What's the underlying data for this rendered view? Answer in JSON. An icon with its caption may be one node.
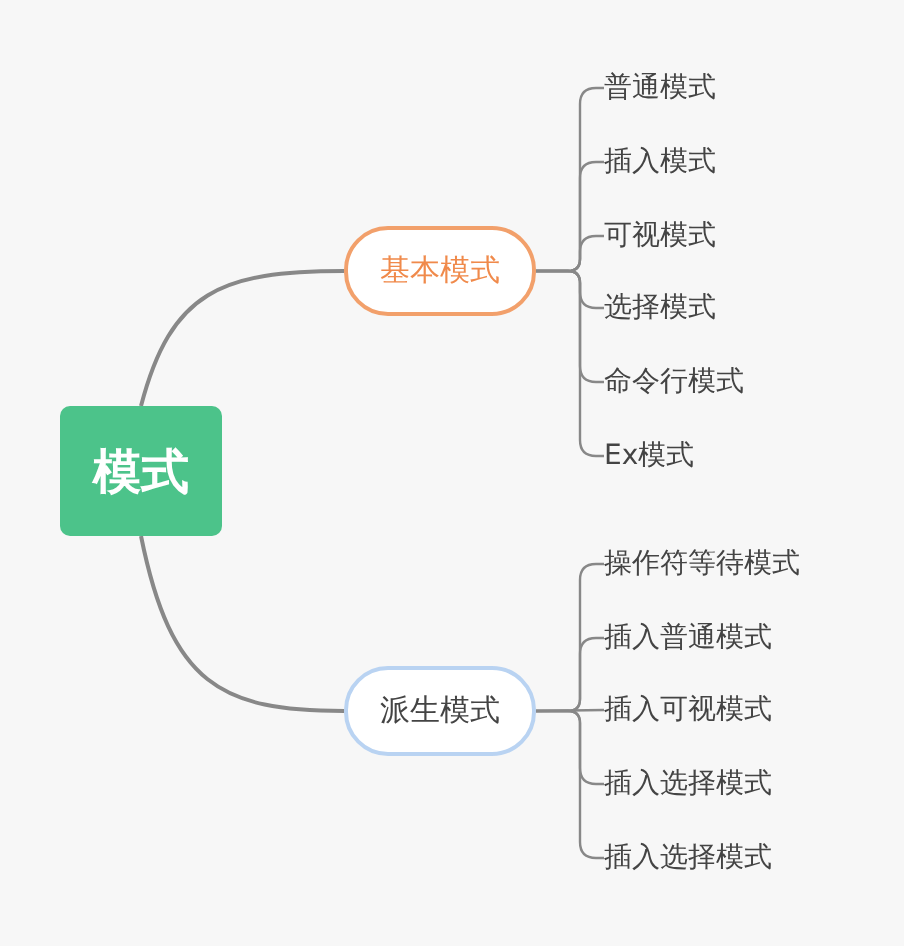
{
  "diagram": {
    "nodes": [
      {
        "text": [
          "模式"
        ]
      },
      {
        "text": [
          "基本模式"
        ]
      },
      {
        "text": [
          "普通模式"
        ]
      },
      {
        "text": [
          "插入模式"
        ]
      },
      {
        "text": [
          "可视模式"
        ]
      },
      {
        "text": [
          "选择模式"
        ]
      },
      {
        "text": [
          "命令行模式"
        ]
      },
      {
        "text": [
          "Ex模式"
        ]
      },
      {
        "text": [
          "派生模式"
        ]
      },
      {
        "text": [
          "操作符等待模式"
        ]
      },
      {
        "text": [
          "插入普通模式"
        ]
      },
      {
        "text": [
          "插入可视模式"
        ]
      },
      {
        "text": [
          "插入选择模式"
        ]
      },
      {
        "text": [
          "插入选择模式"
        ]
      }
    ],
    "edges": [
      {
        "from": 0,
        "to": 1,
        "arrow": "none"
      },
      {
        "from": 0,
        "to": 8,
        "arrow": "none"
      },
      {
        "from": 1,
        "to": 2,
        "arrow": "none"
      },
      {
        "from": 1,
        "to": 3,
        "arrow": "none"
      },
      {
        "from": 1,
        "to": 4,
        "arrow": "none"
      },
      {
        "from": 1,
        "to": 5,
        "arrow": "none"
      },
      {
        "from": 1,
        "to": 6,
        "arrow": "none"
      },
      {
        "from": 1,
        "to": 7,
        "arrow": "none"
      },
      {
        "from": 8,
        "to": 9,
        "arrow": "none"
      },
      {
        "from": 8,
        "to": 10,
        "arrow": "none"
      },
      {
        "from": 8,
        "to": 11,
        "arrow": "none"
      },
      {
        "from": 8,
        "to": 12,
        "arrow": "none"
      },
      {
        "from": 8,
        "to": 13,
        "arrow": "none"
      }
    ]
  }
}
